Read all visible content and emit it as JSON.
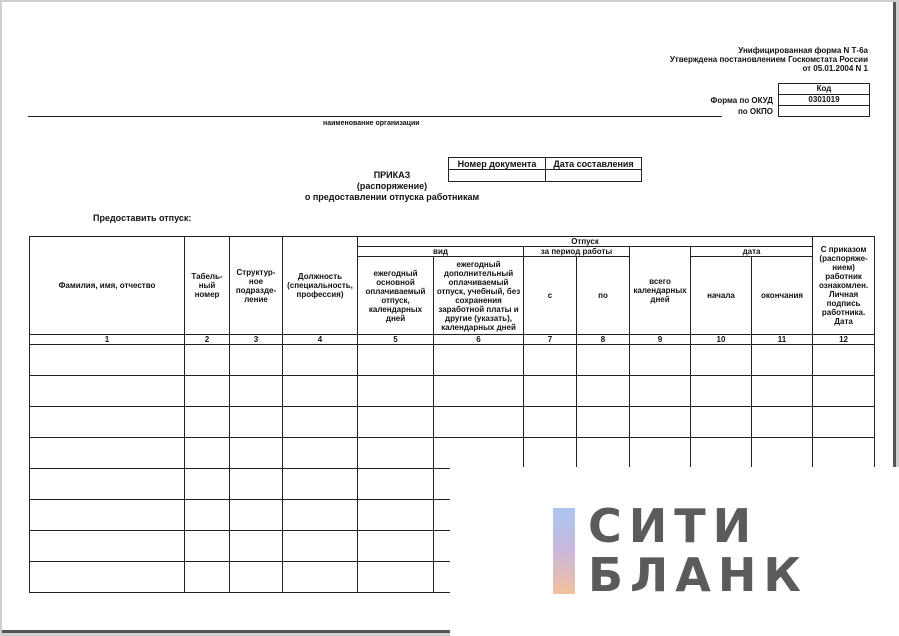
{
  "header": {
    "form_line1": "Унифицированная форма N Т-6а",
    "form_line2": "Утверждена постановлением Госкомстата России",
    "form_line3": "от 05.01.2004 N 1"
  },
  "codes": {
    "code_label": "Код",
    "okud_label": "Форма по ОКУД",
    "okud_value": "0301019",
    "okpo_label": "по ОКПО",
    "okpo_value": ""
  },
  "organization_caption": "наименование организации",
  "document_table": {
    "number_header": "Номер документа",
    "date_header": "Дата составления",
    "number_value": "",
    "date_value": ""
  },
  "title": {
    "line1": "ПРИКАЗ",
    "line2": "(распоряжение)",
    "line3": "о предоставлении отпуска работникам"
  },
  "grant_label": "Предоставить отпуск:",
  "table": {
    "col_name": "Фамилия, имя, отчество",
    "col_tabnum": "Табель-ный номер",
    "col_dept": "Структур-ное подразде-ление",
    "col_position": "Должность (специальность, профессия)",
    "group_leave": "Отпуск",
    "group_kind": "вид",
    "group_period": "за период работы",
    "group_date": "дата",
    "col_basic": "ежегодный основной оплачиваемый отпуск, календарных дней",
    "col_additional": "ежегодный дополнительный оплачиваемый отпуск, учебный, без сохранения заработной платы и другие (указать), календарных дней",
    "col_from": "с",
    "col_to": "по",
    "col_total": "всего календарных дней",
    "col_start": "начала",
    "col_end": "окончания",
    "col_ack": "С приказом (распоряже-нием) работник ознакомлен. Личная подпись работника. Дата",
    "numbers": [
      "1",
      "2",
      "3",
      "4",
      "5",
      "6",
      "7",
      "8",
      "9",
      "10",
      "11",
      "12"
    ],
    "blank_rows": 8
  },
  "brand": {
    "line1": "СИТИ",
    "line2": "БЛАНК",
    "colors": [
      "#a9c6f1",
      "#cbb7dd",
      "#f2c19c"
    ]
  }
}
